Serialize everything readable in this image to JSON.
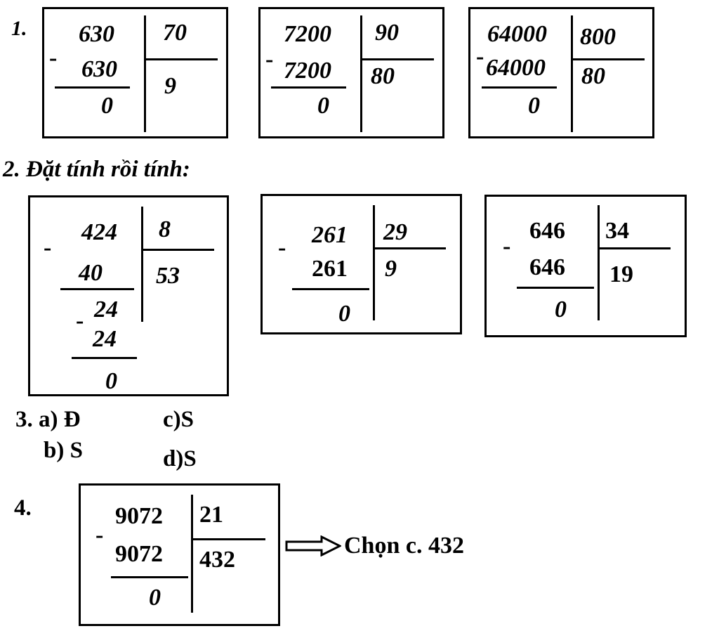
{
  "section1": {
    "label": "1.",
    "divisions": [
      {
        "dividend": "630",
        "divisor": "70",
        "product": "630",
        "quotient": "9",
        "remainder": "0"
      },
      {
        "dividend": "7200",
        "divisor": "90",
        "product": "7200",
        "quotient": "80",
        "remainder": "0"
      },
      {
        "dividend": "64000",
        "divisor": "800",
        "product": "64000",
        "quotient": "80",
        "remainder": "0"
      }
    ]
  },
  "section2": {
    "label": "2. Đặt tính rồi tính:",
    "div1": {
      "dividend": "424",
      "divisor": "8",
      "step1": "40",
      "quotient": "53",
      "mid": "24",
      "step2": "24",
      "remainder": "0"
    },
    "div2": {
      "dividend": "261",
      "divisor": "29",
      "product": "261",
      "quotient": "9",
      "remainder": "0"
    },
    "div3": {
      "dividend": "646",
      "divisor": "34",
      "product": "646",
      "quotient": "19",
      "remainder": "0"
    }
  },
  "section3": {
    "label_a": "3. a) Đ",
    "b": "b) S",
    "c": "c)S",
    "d": "d)S"
  },
  "section4": {
    "label": "4.",
    "dividend": "9072",
    "divisor": "21",
    "product": "9072",
    "quotient": "432",
    "remainder": "0",
    "answer": "Chọn c. 432"
  },
  "minus": "-"
}
